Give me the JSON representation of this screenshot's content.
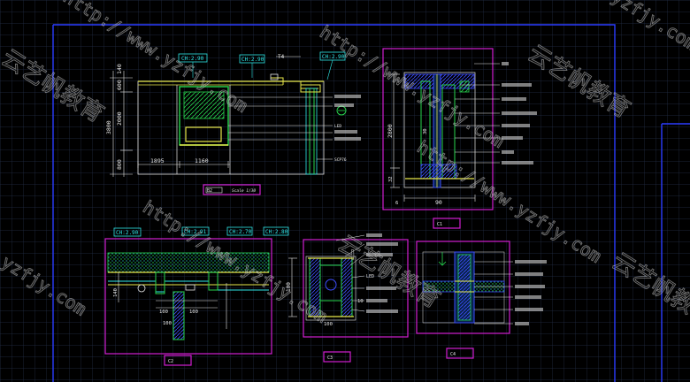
{
  "sheet": {
    "grid_color": "#2b3550",
    "frame_color": "#2a3cff",
    "line_yellow": "#e8e84a",
    "line_green": "#27d64e",
    "line_cyan": "#2ee6e6",
    "line_white": "#e8e8e8",
    "line_magenta": "#d01ed0",
    "line_blue": "#3d4dff"
  },
  "elevation": {
    "callouts": [
      "CH:2.90",
      "CH:2.90",
      "CH:2.90"
    ],
    "top_note": "T4",
    "dims_vertical": [
      "3800",
      "140",
      "600",
      "2000",
      "800"
    ],
    "dims_horizontal": [
      "1895",
      "1160"
    ],
    "title": "B2",
    "scale": "Scale 1/30",
    "right_labels": [
      "",
      "",
      "LED",
      "",
      "",
      "SCP76"
    ]
  },
  "section_c1": {
    "dims_vertical": [
      "2800",
      "30",
      "32"
    ],
    "dim_horizontal": "90",
    "dim_small": "6",
    "title": "C1"
  },
  "section_c2": {
    "callouts": [
      "CH:2.90",
      "CH:2.91",
      "CH:2.70",
      "CH:2.80"
    ],
    "dims": [
      "100",
      "140",
      "100",
      "100"
    ],
    "title": "C2"
  },
  "section_c3": {
    "dims": [
      "100",
      "10",
      "100"
    ],
    "labels": [
      "",
      "",
      "",
      "LED",
      "",
      "",
      ""
    ],
    "title": "C3"
  },
  "section_c4": {
    "title": "C4"
  },
  "watermark": {
    "url": "http://www.yzfjy.com",
    "short": "yzfjy.com",
    "chinese": "云艺帆教育"
  }
}
